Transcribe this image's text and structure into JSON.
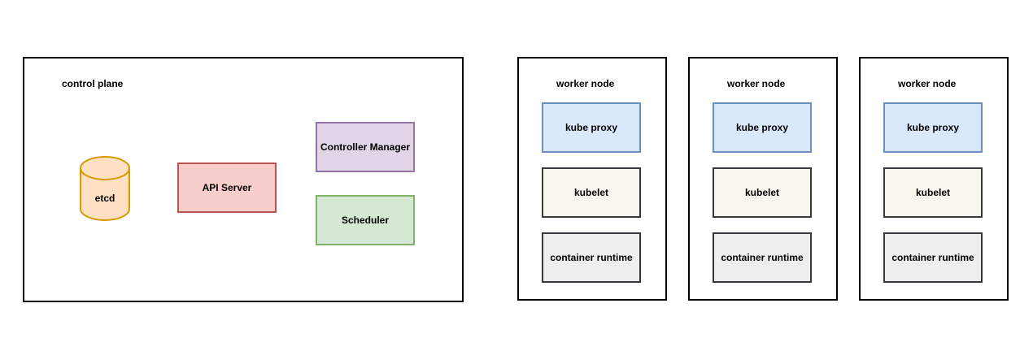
{
  "control_plane": {
    "title": "control plane",
    "etcd": {
      "label": "etcd",
      "fill": "#ffe0c2",
      "stroke": "#d79b00"
    },
    "api_server": {
      "label": "API Server",
      "fill": "#f8cecc",
      "stroke": "#b85450"
    },
    "controller_manager": {
      "label": "Controller Manager",
      "fill": "#e1d5e7",
      "stroke": "#9673a6"
    },
    "scheduler": {
      "label": "Scheduler",
      "fill": "#d5e8d4",
      "stroke": "#82b366"
    }
  },
  "worker_nodes": [
    {
      "title": "worker node",
      "kube_proxy": "kube proxy",
      "kubelet": "kubelet",
      "container_runtime": "container runtime"
    },
    {
      "title": "worker node",
      "kube_proxy": "kube proxy",
      "kubelet": "kubelet",
      "container_runtime": "container runtime"
    },
    {
      "title": "worker node",
      "kube_proxy": "kube proxy",
      "kubelet": "kubelet",
      "container_runtime": "container runtime"
    }
  ],
  "colors": {
    "kube_proxy_fill": "#dae8fc",
    "kube_proxy_stroke": "#6c8ebf",
    "kubelet_fill": "#f9f7ed",
    "kubelet_stroke": "#36393d",
    "runtime_fill": "#eeeeee",
    "runtime_stroke": "#36393d"
  }
}
